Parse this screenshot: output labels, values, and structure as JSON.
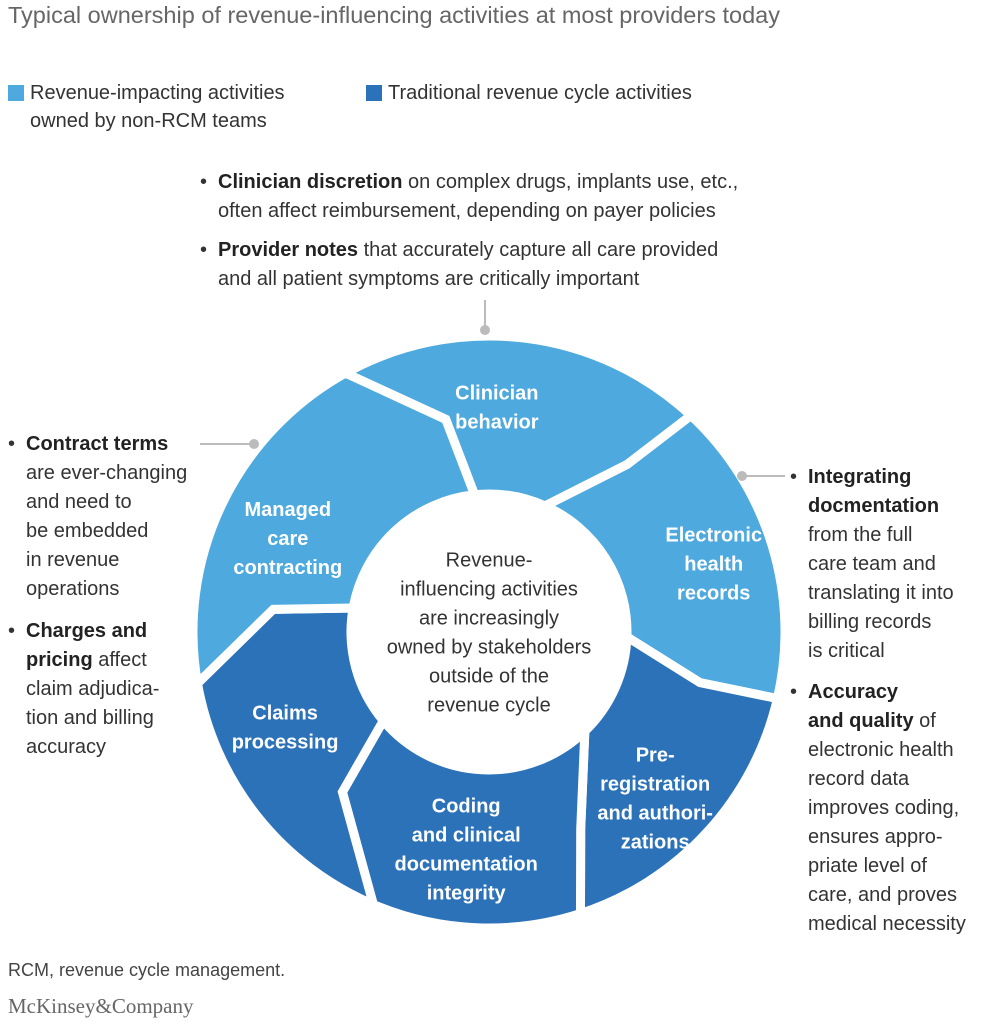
{
  "title": "Typical ownership of revenue-influencing activities at most providers today",
  "legend": [
    {
      "lines": [
        "Revenue-impacting activities",
        "owned by non-RCM teams"
      ],
      "color": "#4da9de"
    },
    {
      "lines": [
        "Traditional revenue cycle activities"
      ],
      "color": "#2b72b9"
    }
  ],
  "colors": {
    "light": "#4da9de",
    "dark": "#2b72b9",
    "connector": "#bbbbbb"
  },
  "center": [
    "Revenue-",
    "influencing activities",
    "are increasingly",
    "owned by stakeholders",
    "outside of the",
    "revenue cycle"
  ],
  "segments": [
    {
      "id": "clinician",
      "lines": [
        "Clinician",
        "behavior"
      ],
      "group": "light"
    },
    {
      "id": "ehr",
      "lines": [
        "Electronic",
        "health",
        "records"
      ],
      "group": "light"
    },
    {
      "id": "prereg",
      "lines": [
        "Pre-",
        "registration",
        "and authori-",
        "zations"
      ],
      "group": "dark"
    },
    {
      "id": "coding",
      "lines": [
        "Coding",
        "and clinical",
        "documentation",
        "integrity"
      ],
      "group": "dark"
    },
    {
      "id": "claims",
      "lines": [
        "Claims",
        "processing"
      ],
      "group": "dark"
    },
    {
      "id": "managed",
      "lines": [
        "Managed",
        "care",
        "contracting"
      ],
      "group": "light"
    }
  ],
  "notes": {
    "top": [
      {
        "bold": "Clinician discretion",
        "rest": " on complex drugs, implants use, etc.,",
        "more": [
          "often affect reimbursement, depending on payer policies"
        ]
      },
      {
        "bold": "Provider notes",
        "rest": " that accurately capture all care provided",
        "more": [
          "and all patient symptoms are critically important"
        ]
      }
    ],
    "left1": {
      "bold": "Contract terms",
      "rest": "",
      "more": [
        "are ever-changing",
        "and need to",
        "be embedded",
        "in revenue",
        "operations"
      ]
    },
    "left2": {
      "bold": "Charges and",
      "rest": "",
      "more2": {
        "bold": "pricing",
        "rest": " affect"
      },
      "more": [
        "claim adjudica-",
        "tion and billing",
        "accuracy"
      ]
    },
    "right1": {
      "bold": "Integrating",
      "bold2": "docmentation",
      "more": [
        "from the full",
        "care team and",
        "translating it into",
        "billing records",
        "is critical"
      ]
    },
    "right2": {
      "bold": "Accuracy",
      "bold2": "and quality",
      "rest2": " of",
      "more": [
        "electronic health",
        "record data",
        "improves coding,",
        "ensures appro-",
        "priate level of",
        "care, and proves",
        "medical necessity"
      ]
    }
  },
  "footnote": "RCM, revenue cycle management.",
  "logo": "McKinsey&Company"
}
